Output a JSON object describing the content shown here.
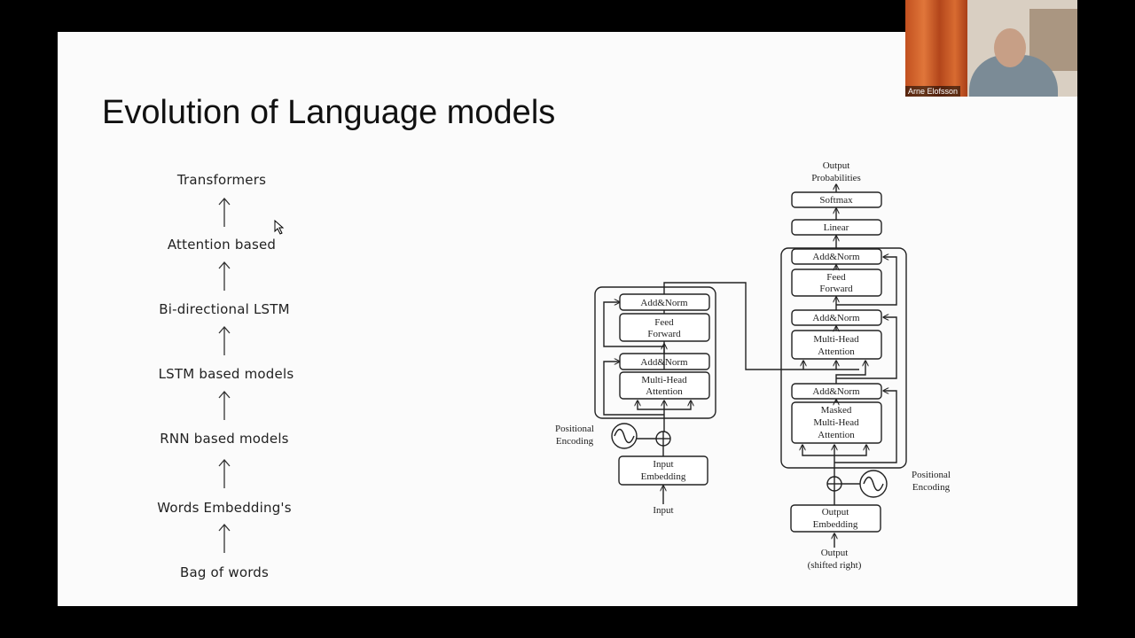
{
  "slide": {
    "title": "Evolution of Language models",
    "evolution": [
      "Transformers",
      "Attention based",
      "Bi-directional LSTM",
      "LSTM based models",
      "RNN based models",
      "Words Embedding's",
      "Bag of words"
    ],
    "diagram": {
      "encoder": {
        "add_norm_top": "Add&Norm",
        "feed_forward": [
          "Feed",
          "Forward"
        ],
        "add_norm_bottom": "Add&Norm",
        "attention": [
          "Multi-Head",
          "Attention"
        ],
        "positional_encoding": [
          "Positional",
          "Encoding"
        ],
        "embedding": [
          "Input",
          "Embedding"
        ],
        "input": "Input"
      },
      "decoder": {
        "output_probabilities": [
          "Output",
          "Probabilities"
        ],
        "softmax": "Softmax",
        "linear": "Linear",
        "add_norm_1": "Add&Norm",
        "feed_forward": [
          "Feed",
          "Forward"
        ],
        "add_norm_2": "Add&Norm",
        "attention": [
          "Multi-Head",
          "Attention"
        ],
        "add_norm_3": "Add&Norm",
        "masked_attention": [
          "Masked",
          "Multi-Head",
          "Attention"
        ],
        "positional_encoding": [
          "Positional",
          "Encoding"
        ],
        "embedding": [
          "Output",
          "Embedding"
        ],
        "output": [
          "Output",
          "(shifted right)"
        ]
      }
    }
  },
  "video": {
    "participant_name": "Arne Elofsson"
  }
}
